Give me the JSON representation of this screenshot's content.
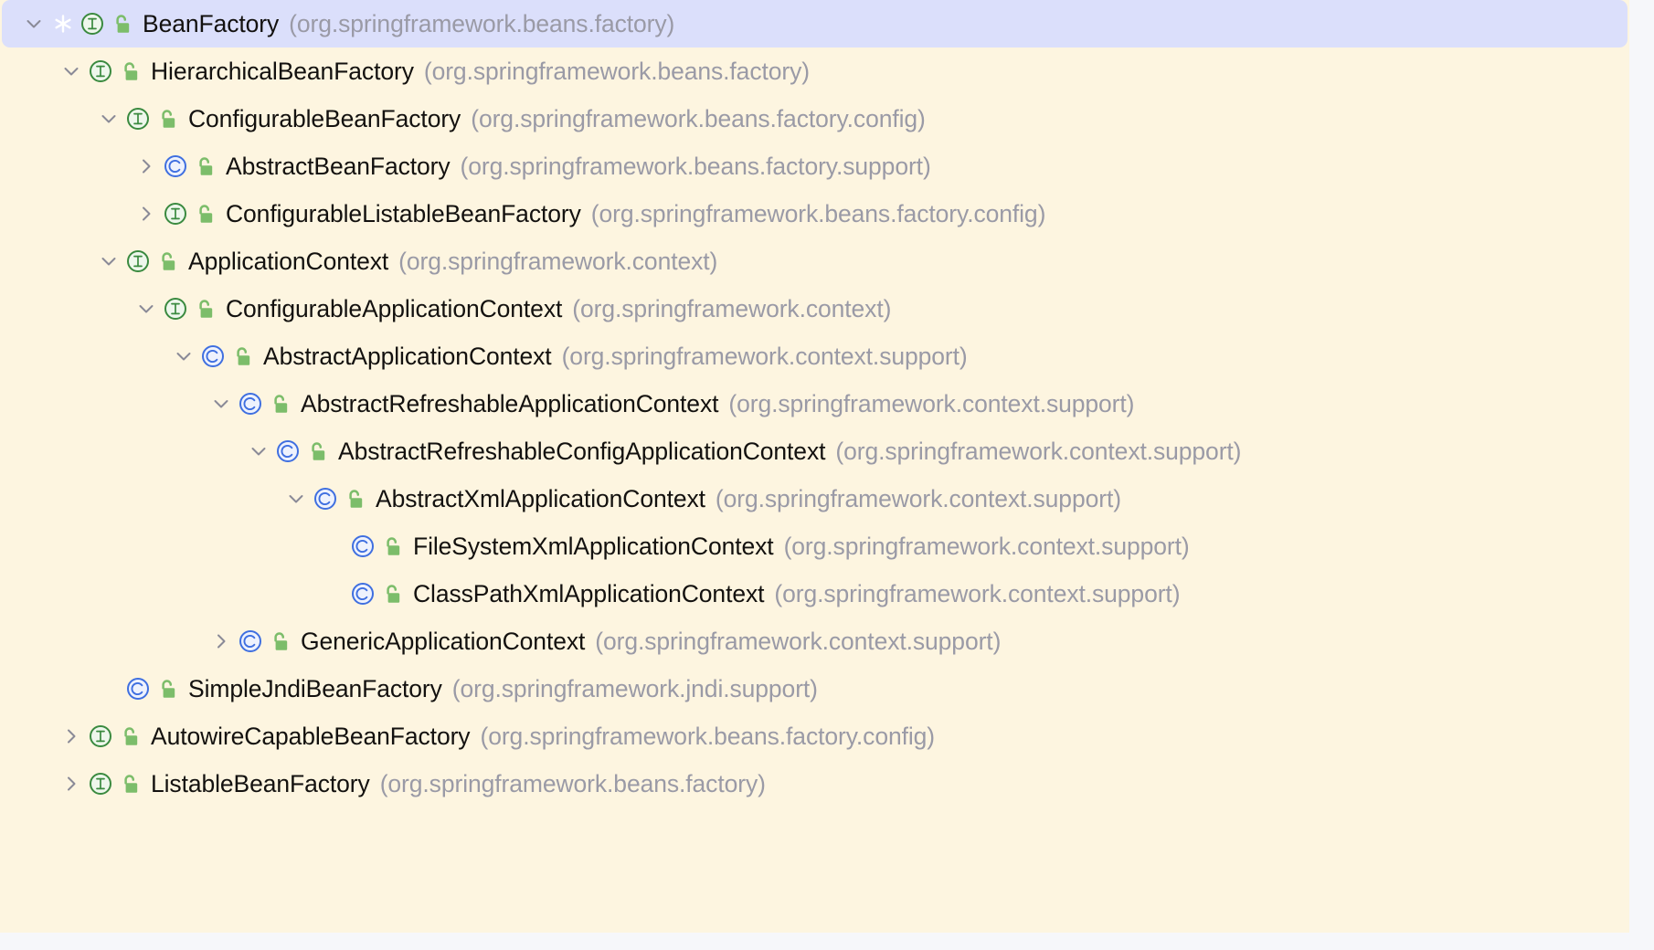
{
  "panel": {
    "name": "type-hierarchy-tree",
    "background_color": "#fdf5e0",
    "selection_color": "#dbdffb",
    "surround_color": "#f6f7fa",
    "type_name_color": "#13110f",
    "package_color": "#9a9aa6",
    "interface_icon_color": "#3a8a3f",
    "class_icon_color": "#3f6fe0",
    "lock_icon_color": "#7cbd6a"
  },
  "rows": [
    {
      "type_name": "BeanFactory",
      "package": "(org.springframework.beans.factory)",
      "kind": "interface",
      "kind_icon": "interface-icon",
      "lock_icon": "unlocked-padlock-icon",
      "depth": 0,
      "toggle": "chevron-down-icon",
      "expanded": true,
      "selected": true,
      "base_marker": "asterisk-icon"
    },
    {
      "type_name": "HierarchicalBeanFactory",
      "package": "(org.springframework.beans.factory)",
      "kind": "interface",
      "kind_icon": "interface-icon",
      "lock_icon": "unlocked-padlock-icon",
      "depth": 1,
      "toggle": "chevron-down-icon",
      "expanded": true,
      "selected": false,
      "base_marker": ""
    },
    {
      "type_name": "ConfigurableBeanFactory",
      "package": "(org.springframework.beans.factory.config)",
      "kind": "interface",
      "kind_icon": "interface-icon",
      "lock_icon": "unlocked-padlock-icon",
      "depth": 2,
      "toggle": "chevron-down-icon",
      "expanded": true,
      "selected": false,
      "base_marker": ""
    },
    {
      "type_name": "AbstractBeanFactory",
      "package": "(org.springframework.beans.factory.support)",
      "kind": "class",
      "kind_icon": "class-icon",
      "lock_icon": "unlocked-padlock-icon",
      "depth": 3,
      "toggle": "chevron-right-icon",
      "expanded": false,
      "selected": false,
      "base_marker": ""
    },
    {
      "type_name": "ConfigurableListableBeanFactory",
      "package": "(org.springframework.beans.factory.config)",
      "kind": "interface",
      "kind_icon": "interface-icon",
      "lock_icon": "unlocked-padlock-icon",
      "depth": 3,
      "toggle": "chevron-right-icon",
      "expanded": false,
      "selected": false,
      "base_marker": ""
    },
    {
      "type_name": "ApplicationContext",
      "package": "(org.springframework.context)",
      "kind": "interface",
      "kind_icon": "interface-icon",
      "lock_icon": "unlocked-padlock-icon",
      "depth": 2,
      "toggle": "chevron-down-icon",
      "expanded": true,
      "selected": false,
      "base_marker": ""
    },
    {
      "type_name": "ConfigurableApplicationContext",
      "package": "(org.springframework.context)",
      "kind": "interface",
      "kind_icon": "interface-icon",
      "lock_icon": "unlocked-padlock-icon",
      "depth": 3,
      "toggle": "chevron-down-icon",
      "expanded": true,
      "selected": false,
      "base_marker": ""
    },
    {
      "type_name": "AbstractApplicationContext",
      "package": "(org.springframework.context.support)",
      "kind": "class",
      "kind_icon": "class-icon",
      "lock_icon": "unlocked-padlock-icon",
      "depth": 4,
      "toggle": "chevron-down-icon",
      "expanded": true,
      "selected": false,
      "base_marker": ""
    },
    {
      "type_name": "AbstractRefreshableApplicationContext",
      "package": "(org.springframework.context.support)",
      "kind": "class",
      "kind_icon": "class-icon",
      "lock_icon": "unlocked-padlock-icon",
      "depth": 5,
      "toggle": "chevron-down-icon",
      "expanded": true,
      "selected": false,
      "base_marker": ""
    },
    {
      "type_name": "AbstractRefreshableConfigApplicationContext",
      "package": "(org.springframework.context.support)",
      "kind": "class",
      "kind_icon": "class-icon",
      "lock_icon": "unlocked-padlock-icon",
      "depth": 6,
      "toggle": "chevron-down-icon",
      "expanded": true,
      "selected": false,
      "base_marker": ""
    },
    {
      "type_name": "AbstractXmlApplicationContext",
      "package": "(org.springframework.context.support)",
      "kind": "class",
      "kind_icon": "class-icon",
      "lock_icon": "unlocked-padlock-icon",
      "depth": 7,
      "toggle": "chevron-down-icon",
      "expanded": true,
      "selected": false,
      "base_marker": ""
    },
    {
      "type_name": "FileSystemXmlApplicationContext",
      "package": "(org.springframework.context.support)",
      "kind": "class",
      "kind_icon": "class-icon",
      "lock_icon": "unlocked-padlock-icon",
      "depth": 8,
      "toggle": "",
      "expanded": false,
      "selected": false,
      "base_marker": ""
    },
    {
      "type_name": "ClassPathXmlApplicationContext",
      "package": "(org.springframework.context.support)",
      "kind": "class",
      "kind_icon": "class-icon",
      "lock_icon": "unlocked-padlock-icon",
      "depth": 8,
      "toggle": "",
      "expanded": false,
      "selected": false,
      "base_marker": ""
    },
    {
      "type_name": "GenericApplicationContext",
      "package": "(org.springframework.context.support)",
      "kind": "class",
      "kind_icon": "class-icon",
      "lock_icon": "unlocked-padlock-icon",
      "depth": 5,
      "toggle": "chevron-right-icon",
      "expanded": false,
      "selected": false,
      "base_marker": ""
    },
    {
      "type_name": "SimpleJndiBeanFactory",
      "package": "(org.springframework.jndi.support)",
      "kind": "class",
      "kind_icon": "class-icon",
      "lock_icon": "unlocked-padlock-icon",
      "depth": 2,
      "toggle": "",
      "expanded": false,
      "selected": false,
      "base_marker": ""
    },
    {
      "type_name": "AutowireCapableBeanFactory",
      "package": "(org.springframework.beans.factory.config)",
      "kind": "interface",
      "kind_icon": "interface-icon",
      "lock_icon": "unlocked-padlock-icon",
      "depth": 1,
      "toggle": "chevron-right-icon",
      "expanded": false,
      "selected": false,
      "base_marker": ""
    },
    {
      "type_name": "ListableBeanFactory",
      "package": "(org.springframework.beans.factory)",
      "kind": "interface",
      "kind_icon": "interface-icon",
      "lock_icon": "unlocked-padlock-icon",
      "depth": 1,
      "toggle": "chevron-right-icon",
      "expanded": false,
      "selected": false,
      "base_marker": ""
    }
  ]
}
